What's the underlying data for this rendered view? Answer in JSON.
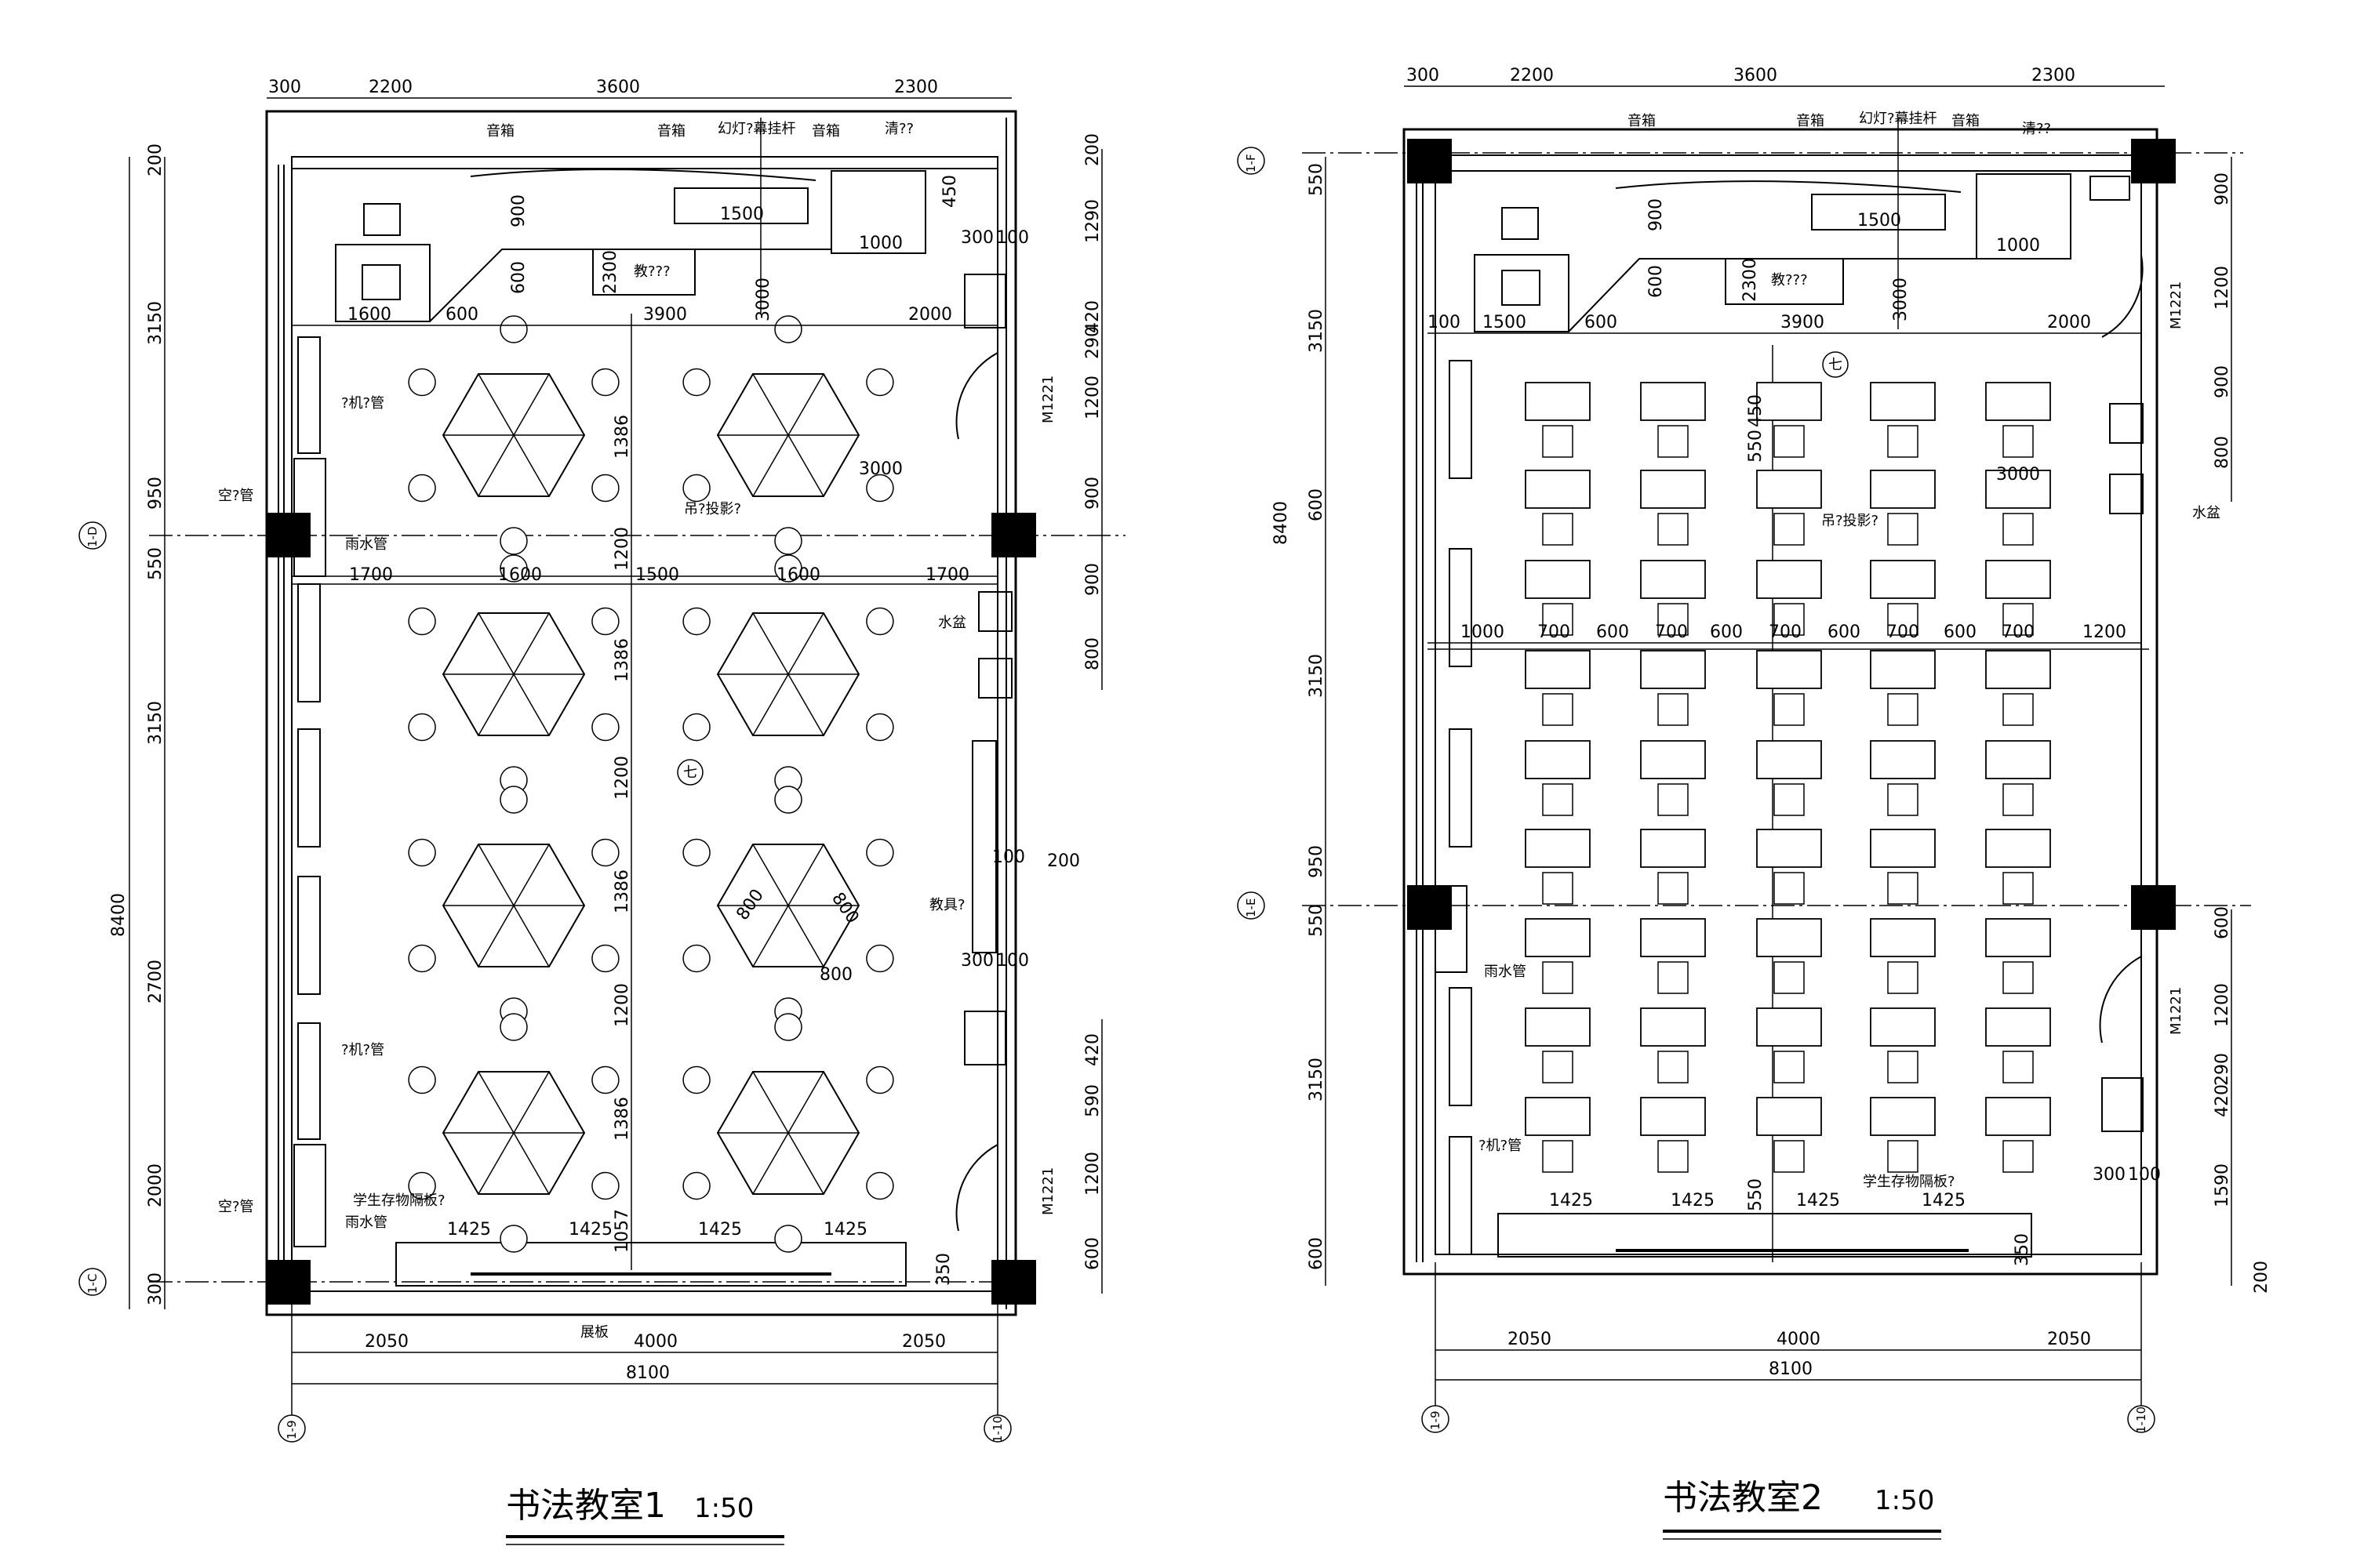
{
  "plans": [
    {
      "title": "书法教室1",
      "scale": "1:50",
      "top_dims": [
        "300",
        "2200",
        "3600",
        "2300"
      ],
      "row2_dims": [
        "1600",
        "600",
        "3900",
        "2000"
      ],
      "mid_dims": [
        "1700",
        "1600",
        "1500",
        "1600",
        "1700"
      ],
      "left_dims": [
        "200",
        "3150",
        "950",
        "550",
        "3150",
        "2700",
        "2000",
        "300"
      ],
      "left_total": "8400",
      "right_dims": [
        "200",
        "1290",
        "420",
        "290",
        "1200",
        "900",
        "900",
        "800"
      ],
      "right_dims_lower": [
        "420",
        "590",
        "1200",
        "600"
      ],
      "bottom_dims": [
        "2050",
        "4000",
        "2050"
      ],
      "bottom_total": "8100",
      "shelf_dims": [
        "1425",
        "1425",
        "1425",
        "1425"
      ],
      "inner_dims": [
        "900",
        "600",
        "2300",
        "3000",
        "450",
        "1500",
        "1000",
        "300",
        "100",
        "3000",
        "1386",
        "1200",
        "1386",
        "1200",
        "1386",
        "1200",
        "1386",
        "1057",
        "350",
        "100",
        "200",
        "300",
        "100",
        "800",
        "800",
        "800"
      ],
      "axes": [
        "1-D",
        "1-C",
        "1-9",
        "1-10"
      ],
      "labels": {
        "speaker": "音箱",
        "projector_rail": "幻灯?幕挂杆",
        "clean": "清??",
        "teacher": "教???",
        "ac_pipe": "空?管",
        "rain_pipe": "雨水管",
        "machine_pipe": "?机?管",
        "projector": "吊?投影?",
        "sink": "水盆",
        "tools": "教具?",
        "storage": "学生存物隔板?",
        "screen_board": "展板",
        "room_mark": "七",
        "door": "M1221"
      }
    },
    {
      "title": "书法教室2",
      "scale": "1:50",
      "top_dims": [
        "300",
        "2200",
        "3600",
        "2300"
      ],
      "row2_dims": [
        "100",
        "1500",
        "600",
        "3900",
        "2000"
      ],
      "mid_dims": [
        "1000",
        "700",
        "600",
        "700",
        "600",
        "700",
        "600",
        "700",
        "600",
        "700",
        "1200"
      ],
      "left_dims": [
        "550",
        "3150",
        "600",
        "3150",
        "950",
        "550",
        "3150",
        "600"
      ],
      "left_total": "8400",
      "right_dims": [
        "900",
        "1200",
        "900",
        "800",
        "600",
        "1200",
        "290",
        "420",
        "1590",
        "200"
      ],
      "bottom_dims": [
        "2050",
        "4000",
        "2050"
      ],
      "bottom_total": "8100",
      "shelf_dims": [
        "1425",
        "1425",
        "1425",
        "1425"
      ],
      "inner_dims": [
        "900",
        "600",
        "2300",
        "3000",
        "1500",
        "1000",
        "3000",
        "450",
        "550",
        "350",
        "550",
        "300",
        "100"
      ],
      "axes": [
        "1-F",
        "1-E",
        "1-9",
        "1-10"
      ],
      "labels": {
        "speaker": "音箱",
        "projector_rail": "幻灯?幕挂杆",
        "clean": "清??",
        "teacher": "教???",
        "rain_pipe": "雨水管",
        "machine_pipe": "?机?管",
        "projector": "吊?投影?",
        "sink": "水盆",
        "storage": "学生存物隔板?",
        "room_mark": "七",
        "door": "M1221"
      }
    }
  ],
  "colors": {
    "line": "#000000",
    "column": "#000000",
    "background": "#ffffff"
  }
}
